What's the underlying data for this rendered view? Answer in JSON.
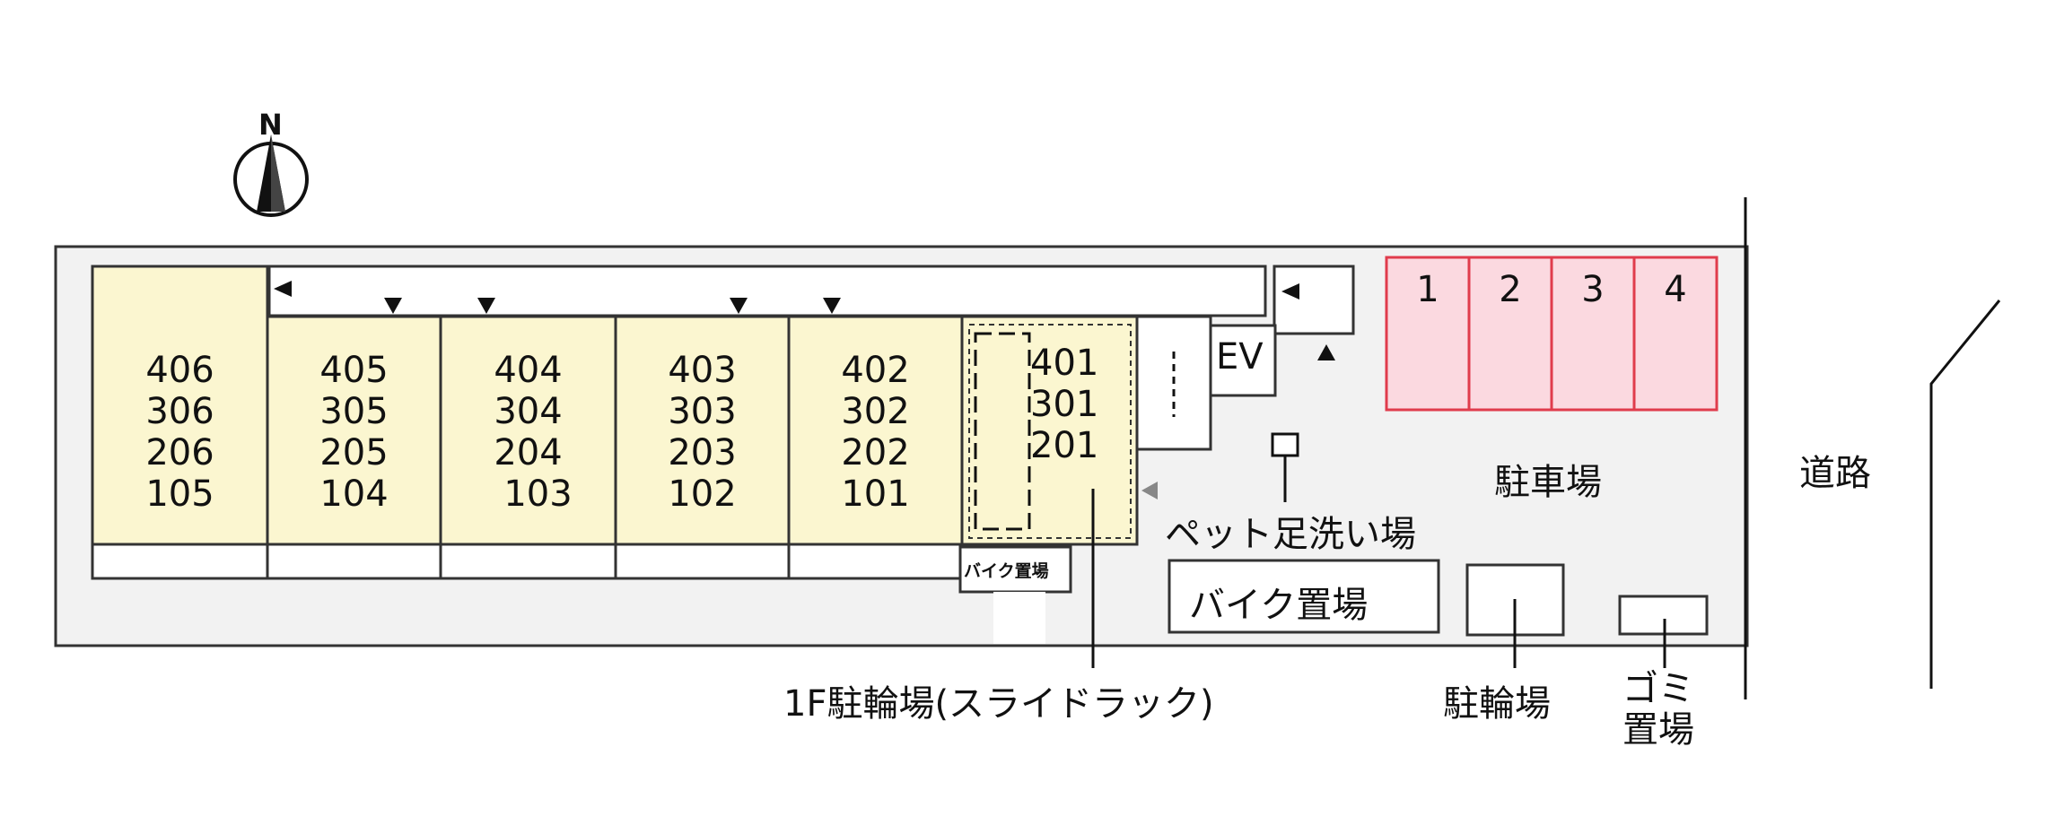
{
  "compass": {
    "north_label": "N"
  },
  "units": [
    {
      "col": "a",
      "rooms": [
        "406",
        "306",
        "206",
        "105"
      ]
    },
    {
      "col": "b",
      "rooms": [
        "405",
        "305",
        "205",
        "104"
      ]
    },
    {
      "col": "c",
      "rooms": [
        "404",
        "304",
        "204",
        "103"
      ]
    },
    {
      "col": "d",
      "rooms": [
        "403",
        "303",
        "203",
        "102"
      ]
    },
    {
      "col": "e",
      "rooms": [
        "402",
        "302",
        "202",
        "101"
      ]
    },
    {
      "col": "f",
      "rooms": [
        "401",
        "301",
        "201"
      ]
    }
  ],
  "parking_spaces": [
    "1",
    "2",
    "3",
    "4"
  ],
  "labels": {
    "elevator": "EV",
    "parking": "駐車場",
    "road": "道路",
    "pet_wash": "ペット足洗い場",
    "bike_area_large": "バイク置場",
    "bike_area_small": "バイク置場",
    "bicycle_1f": "1F駐輪場(スライドラック)",
    "bicycle": "駐輪場",
    "garbage_line1": "ゴミ",
    "garbage_line2": "置場"
  },
  "colors": {
    "unit_fill": "#fbf6d0",
    "parking_fill": "#fbd9e0",
    "parking_stroke": "#e03c4c",
    "site_fill": "#f2f2f2"
  }
}
